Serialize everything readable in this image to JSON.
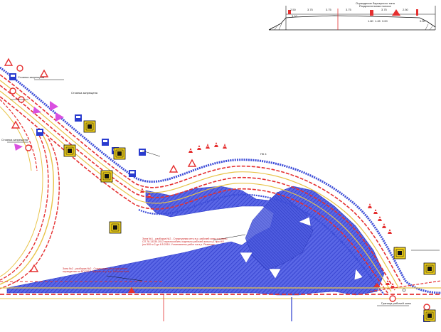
{
  "colors": {
    "background": "#ffffff",
    "road_red": "#e53030",
    "road_yellow": "#e8c44a",
    "hatch_blue": "#3d4dd8",
    "sign_yellow": "#f2d21a",
    "sign_blue": "#2a3ccf",
    "magenta": "#d94fe0",
    "black": "#111111"
  },
  "cross_section": {
    "dimensions": [
      "2.50",
      "3.75",
      "3.75",
      "3.75",
      "3.75",
      "2.50"
    ],
    "labels_small": [
      "3.10",
      "1.80",
      "1.45",
      "3.00",
      "0.50"
    ],
    "header_note": "Ограждение барьерного типа",
    "header_note_2": "Разделительная полоса"
  },
  "labels": {
    "left_top_1": "Стоянка запрещена",
    "left_top_2": "Стоянка запрещена",
    "left_mid": "Стоянка запрещена",
    "zone_note_1": "Зона №1 - разборка №2 - Структурная сеть в.р. рабочей зоны согласно СП 78.13330.2012 приспособить отдельно рабочей зоны в.р. при НО (по 500 м 2 до 8.5.2016. Установлены работ на в.р. Разметки",
    "zone_note_2": "Зона №2 - разборка №2 - Структурная сеть дорожного ограждения по ВП-2017. Вариант в.р. в.р. Рабочая зона",
    "bottom_right": "Граница рабочей зоны",
    "km_1": "ПК 4"
  },
  "icons": {
    "sign": "road-sign-icon",
    "cone": "traffic-cone-icon",
    "flag": "warning-flag-icon",
    "car": "vehicle-icon",
    "excavator": "road-machine-icon"
  }
}
